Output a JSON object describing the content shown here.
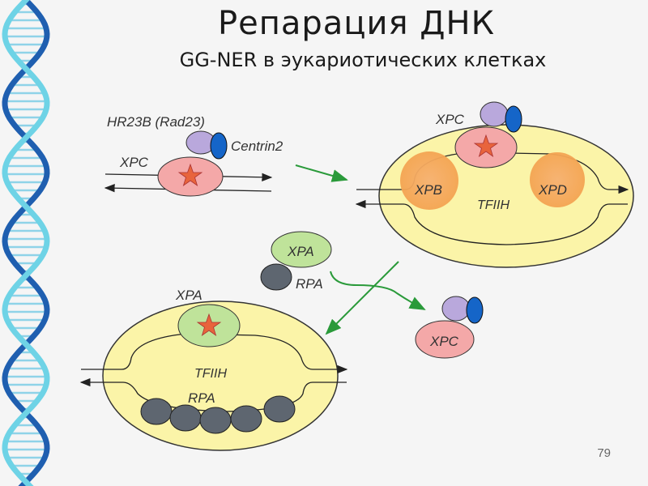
{
  "slide": {
    "title": "Репарация ДНК",
    "subtitle": "GG-NER в эукариотических клетках",
    "page_number": "79"
  },
  "labels": {
    "hr23b": "HR23B (Rad23)",
    "centrin2": "Centrin2",
    "xpc_1": "XPC",
    "xpc_2": "XPC",
    "xpb": "XPB",
    "xpd": "XPD",
    "tfiih_1": "TFIIH",
    "xpa_free": "XPA",
    "rpa_free": "RPA",
    "xpc_released": "XPC",
    "xpa_bound": "XPA",
    "tfiih_2": "TFIIH",
    "rpa_bound": "RPA"
  },
  "colors": {
    "xpc": "#f4a8a8",
    "hr23b": "#b9a8dc",
    "centrin": "#1565c8",
    "tfiih": "#fbf4a8",
    "xpb_xpd": "#f4a452",
    "xpa": "#bfe39a",
    "rpa": "#5e6670",
    "lesion": "#e8643c",
    "arrow": "#2a9a3a",
    "helix_blue": "#1f5fb0",
    "helix_cyan": "#6ed3e6"
  }
}
